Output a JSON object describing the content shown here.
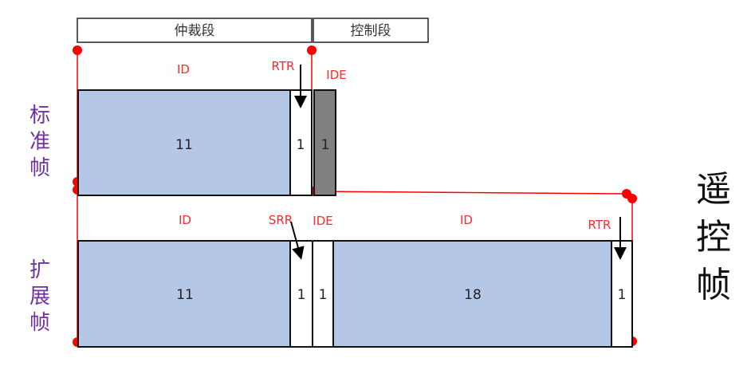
{
  "segments": {
    "arbitration": "仲裁段",
    "control": "控制段"
  },
  "standard_frame": {
    "label": "标准帧",
    "label_chars": [
      "标",
      "准",
      "帧"
    ],
    "annotations": {
      "id": "ID",
      "rtr": "RTR",
      "ide": "IDE"
    },
    "fields": [
      {
        "name": "ID",
        "bits": "11",
        "fill": "#b4c7e7"
      },
      {
        "name": "RTR",
        "bits": "1",
        "fill": "#ffffff"
      },
      {
        "name": "IDE",
        "bits": "1",
        "fill": "#808080"
      }
    ]
  },
  "extended_frame": {
    "label": "扩展帧",
    "label_chars": [
      "扩",
      "展",
      "帧"
    ],
    "annotations": {
      "id_base": "ID",
      "srr": "SRR",
      "ide": "IDE",
      "id_ext": "ID",
      "rtr": "RTR"
    },
    "fields": [
      {
        "name": "ID",
        "bits": "11",
        "fill": "#b4c7e7"
      },
      {
        "name": "SRR",
        "bits": "1",
        "fill": "#ffffff"
      },
      {
        "name": "IDE",
        "bits": "1",
        "fill": "#ffffff"
      },
      {
        "name": "ID",
        "bits": "18",
        "fill": "#b4c7e7"
      },
      {
        "name": "RTR",
        "bits": "1",
        "fill": "#ffffff"
      }
    ]
  },
  "remote_frame": {
    "label": "遥控帧",
    "label_chars": [
      "遥",
      "控",
      "帧"
    ]
  },
  "colors": {
    "accent_red": "#ff0000",
    "frame_label_purple": "#7030a0",
    "id_field_blue": "#b4c7e7",
    "ide_field_gray": "#808080"
  }
}
